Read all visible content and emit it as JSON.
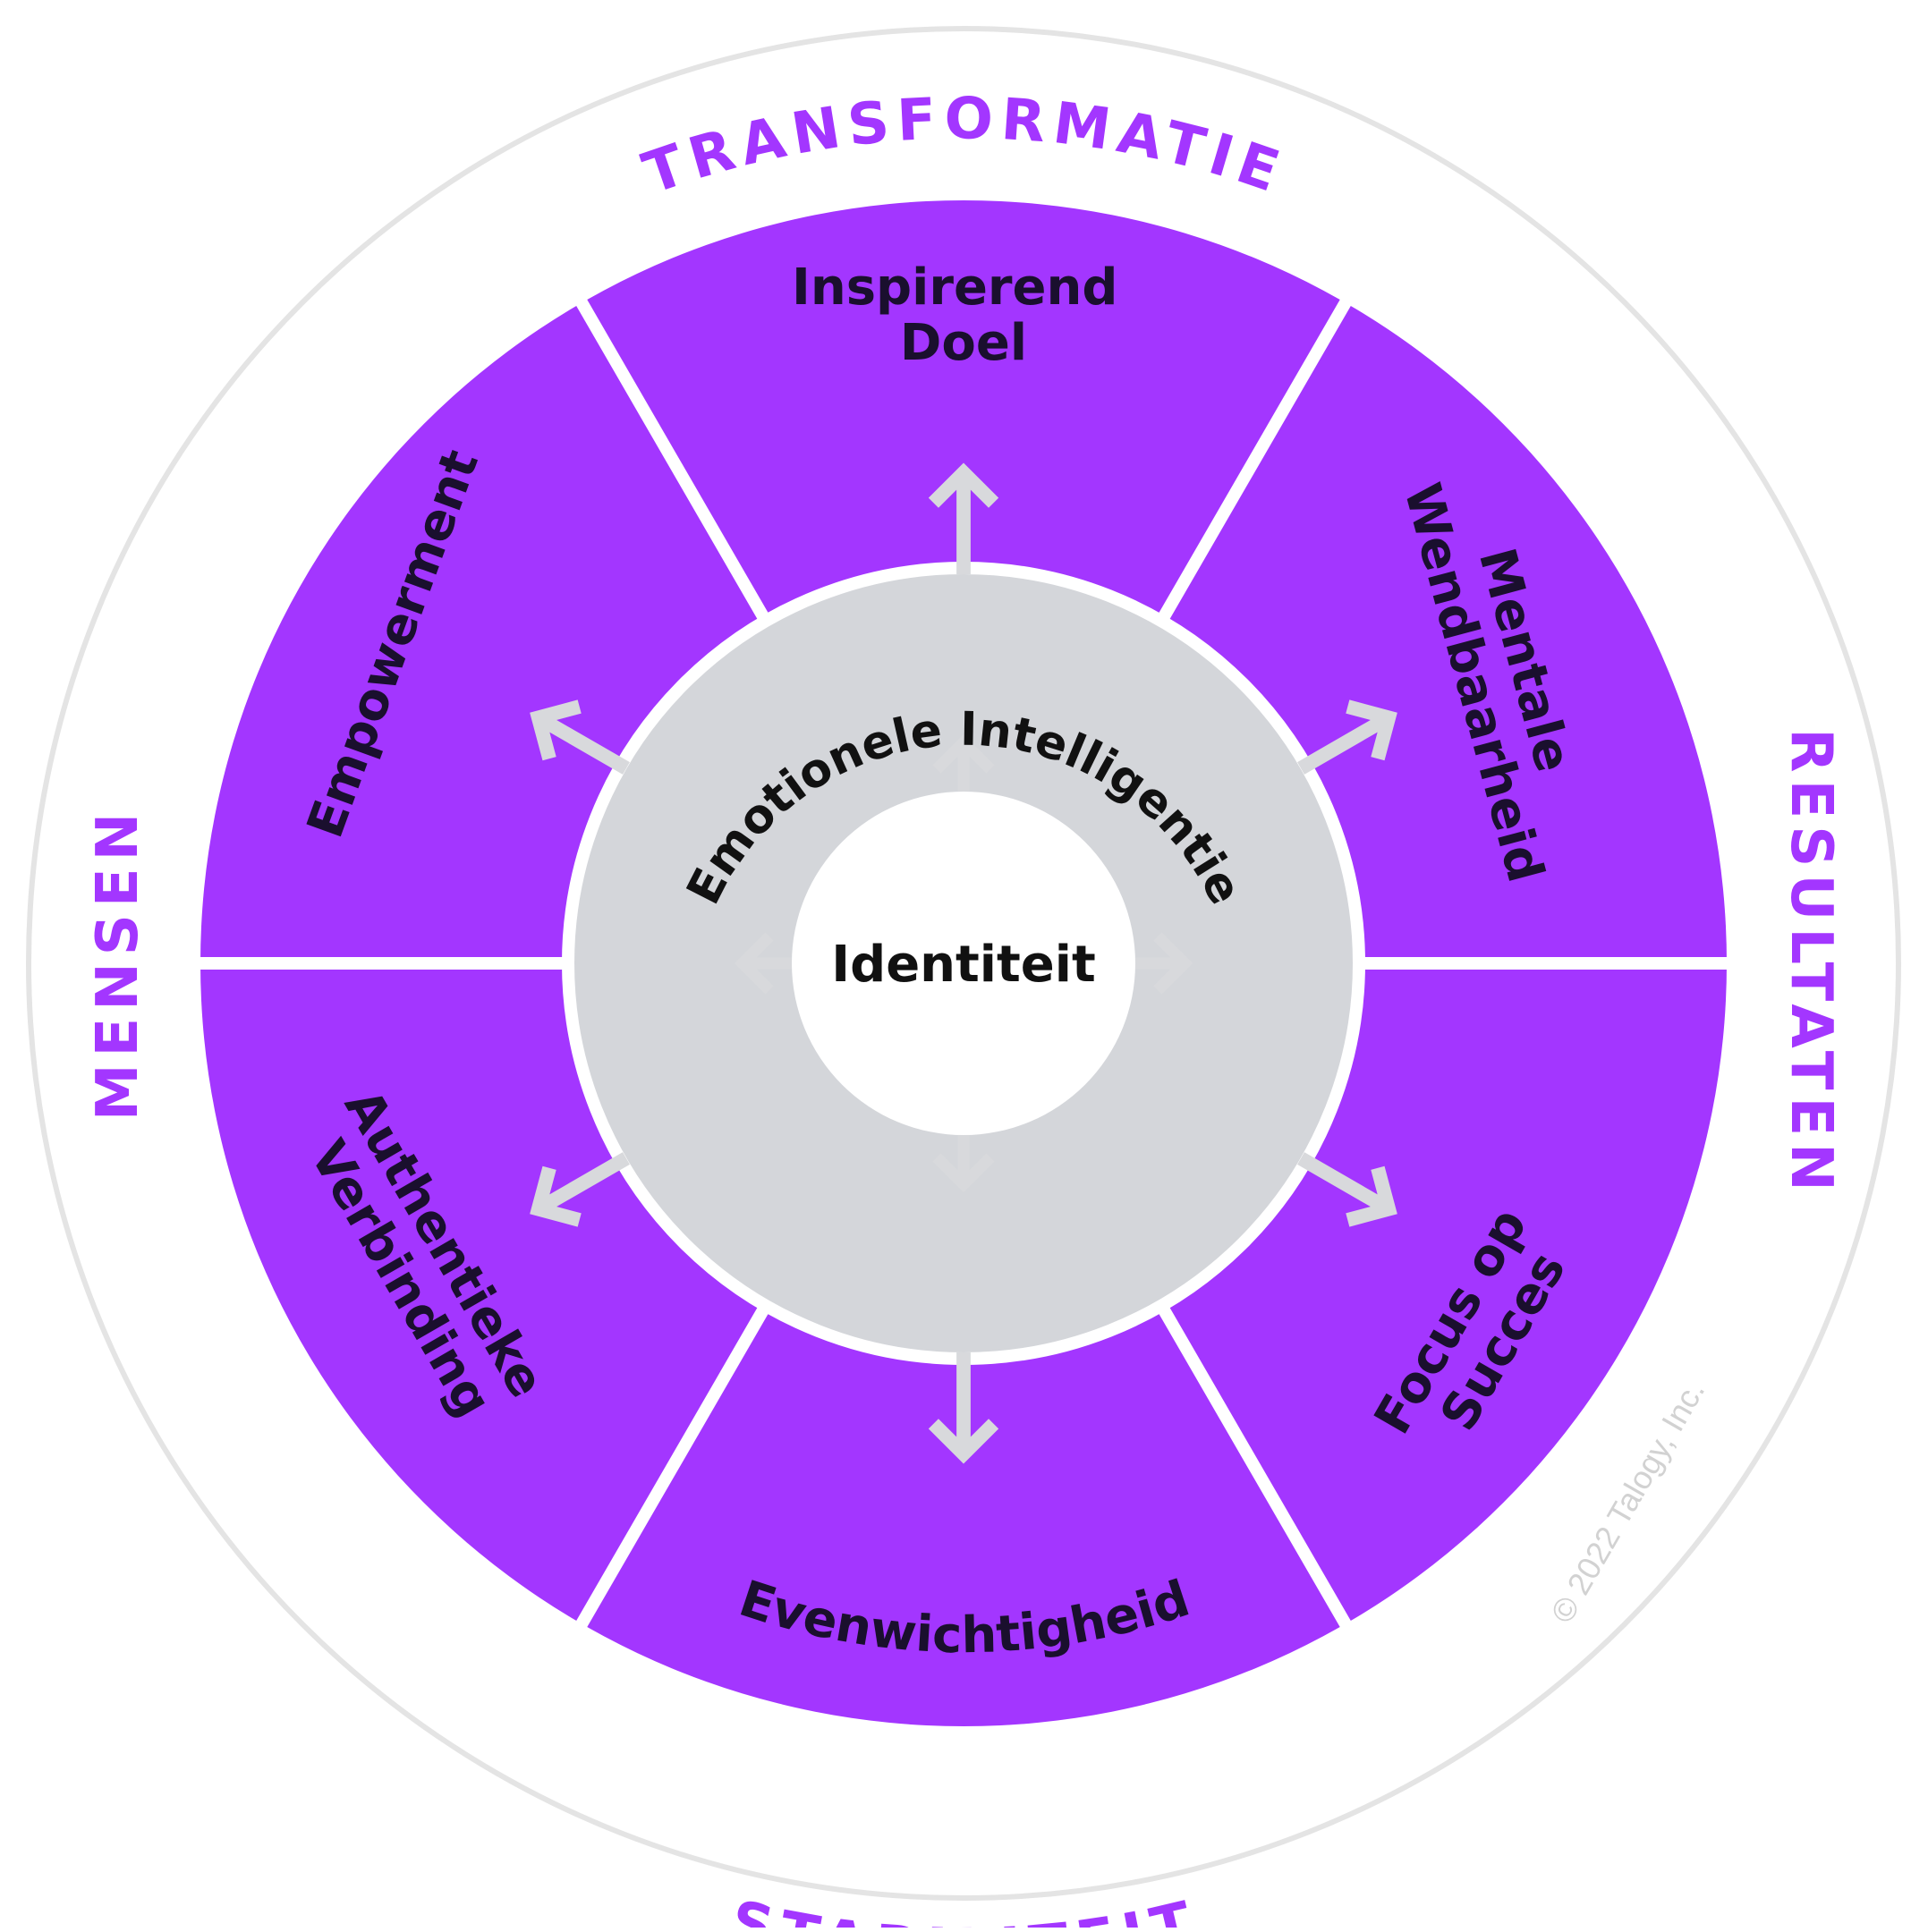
{
  "colors": {
    "accent": "#a336ff",
    "ring": "#d4d6da",
    "outline": "#e4e4e4",
    "arrow": "#d8d9dc",
    "copyright": "#d2d2d2"
  },
  "outer_labels": {
    "top": "TRANSFORMATIE",
    "right": "RESULTATEN",
    "bottom": "STABILITEIT",
    "left": "MENSEN"
  },
  "segments": {
    "top": [
      "Inspirerend",
      "Doel"
    ],
    "top_right": [
      "Mentale",
      "Wendbaarheid"
    ],
    "bottom_right": [
      "Focus op",
      "Succes"
    ],
    "bottom": [
      "Evenwichtigheid"
    ],
    "bottom_left": [
      "Authentieke",
      "Verbinding"
    ],
    "top_left": [
      "Empowerment"
    ]
  },
  "ring_label": "Emotionele Intelligentie",
  "core_label": "Identiteit",
  "copyright": "© 2022 Talogy, Inc."
}
